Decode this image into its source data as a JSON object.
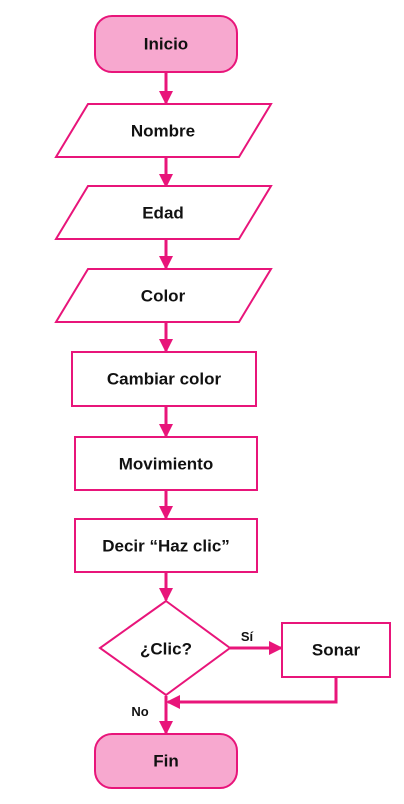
{
  "colors": {
    "stroke": "#e8157a",
    "terminal_fill": "#f7a8cf",
    "node_fill": "#ffffff",
    "text": "#111111"
  },
  "nodes": {
    "start": {
      "shape": "terminal",
      "label": "Inicio"
    },
    "name": {
      "shape": "input-output",
      "label": "Nombre"
    },
    "age": {
      "shape": "input-output",
      "label": "Edad"
    },
    "color": {
      "shape": "input-output",
      "label": "Color"
    },
    "change_color": {
      "shape": "process",
      "label": "Cambiar color"
    },
    "movement": {
      "shape": "process",
      "label": "Movimiento"
    },
    "say": {
      "shape": "process",
      "label": "Decir “Haz clic”"
    },
    "decision": {
      "shape": "decision",
      "label": "¿Clic?"
    },
    "sound": {
      "shape": "process",
      "label": "Sonar"
    },
    "end": {
      "shape": "terminal",
      "label": "Fin"
    }
  },
  "edges": [
    {
      "from": "start",
      "to": "name"
    },
    {
      "from": "name",
      "to": "age"
    },
    {
      "from": "age",
      "to": "color"
    },
    {
      "from": "color",
      "to": "change_color"
    },
    {
      "from": "change_color",
      "to": "movement"
    },
    {
      "from": "movement",
      "to": "say"
    },
    {
      "from": "say",
      "to": "decision"
    },
    {
      "from": "decision",
      "to": "sound",
      "label": "Sí"
    },
    {
      "from": "decision",
      "to": "end",
      "label": "No"
    },
    {
      "from": "sound",
      "to": "end"
    }
  ]
}
